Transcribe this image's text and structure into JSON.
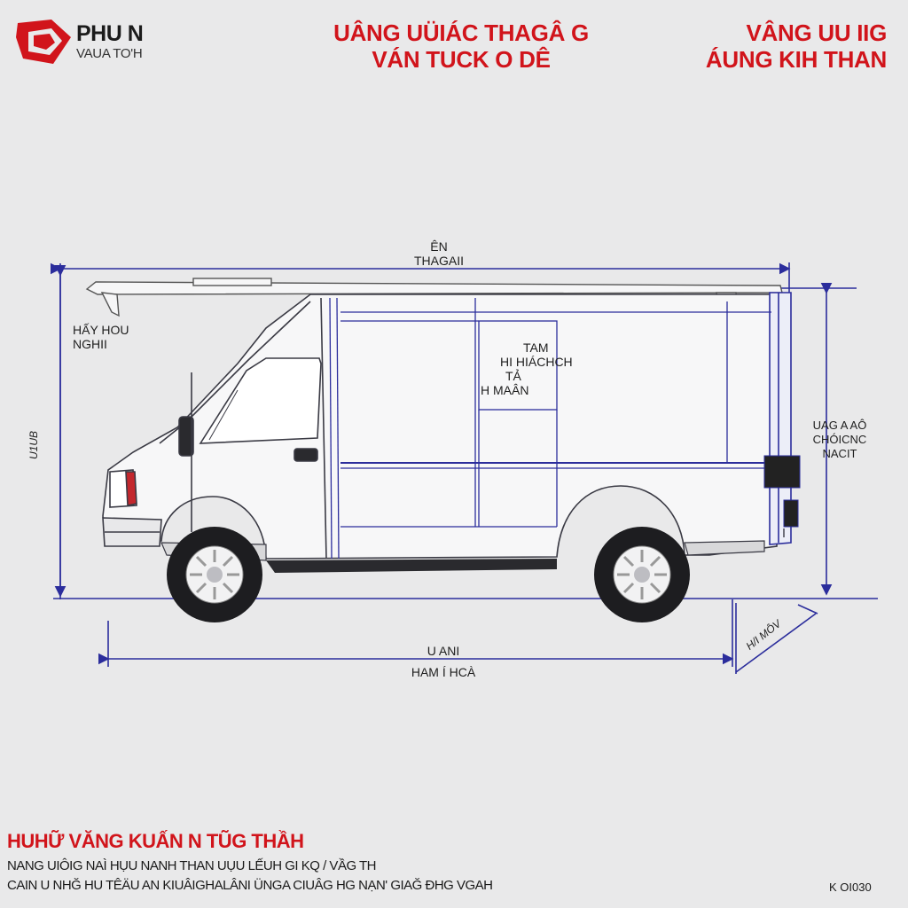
{
  "brand": {
    "name": "PHU N",
    "tagline": "VAUA TO'H",
    "logo_icon": "red-geometric-van-logo",
    "accent_color": "#d1141b"
  },
  "header": {
    "center_line1": "UÂNG UÜIÁC THAGÂ G",
    "center_line2": "VÁN TUCK O DÊ",
    "right_line1": "VÂNG UU IIG",
    "right_line2": "ÁUNG KIH THAN"
  },
  "dimensions": {
    "overall_length_line1": "ÊN",
    "overall_length_line2": "THAGAII",
    "height_left_line1": "HẤY HOU",
    "height_left_line2": "NGHII",
    "height_vertical": "U1UB",
    "cargo_line1": "TAM",
    "cargo_line2": "HI HIÁCHCH",
    "cargo_line3": "TẢ",
    "cargo_line4": "H MAÂN",
    "rear_line1": "UAG A AÔ",
    "rear_line2": "CHÓICNC",
    "rear_line3": "NACIT",
    "wheelbase_line1": "U ANI",
    "wheelbase_line2": "HAM Í HCÀ",
    "overhang": "H/I MÔV"
  },
  "footer": {
    "title": "HUHỮ VĂNG KUẤN N TŨG THẦH",
    "line1": "NANG UIÔIG NAÌ HỤU NANH THAN UỤU LẾUH GI KQ / VẦG TH",
    "line2": "CAIN U NHĞ HU TÊÄU AN KIUÂIGHALÂNI ÜNGA CIUÂG HG NẠN' GIAĞ ĐHG VGAH",
    "code": "K OI030"
  },
  "colors": {
    "dimension_line": "#2b2d9c",
    "outline": "#3a3a44",
    "background": "#e9e9ea"
  }
}
